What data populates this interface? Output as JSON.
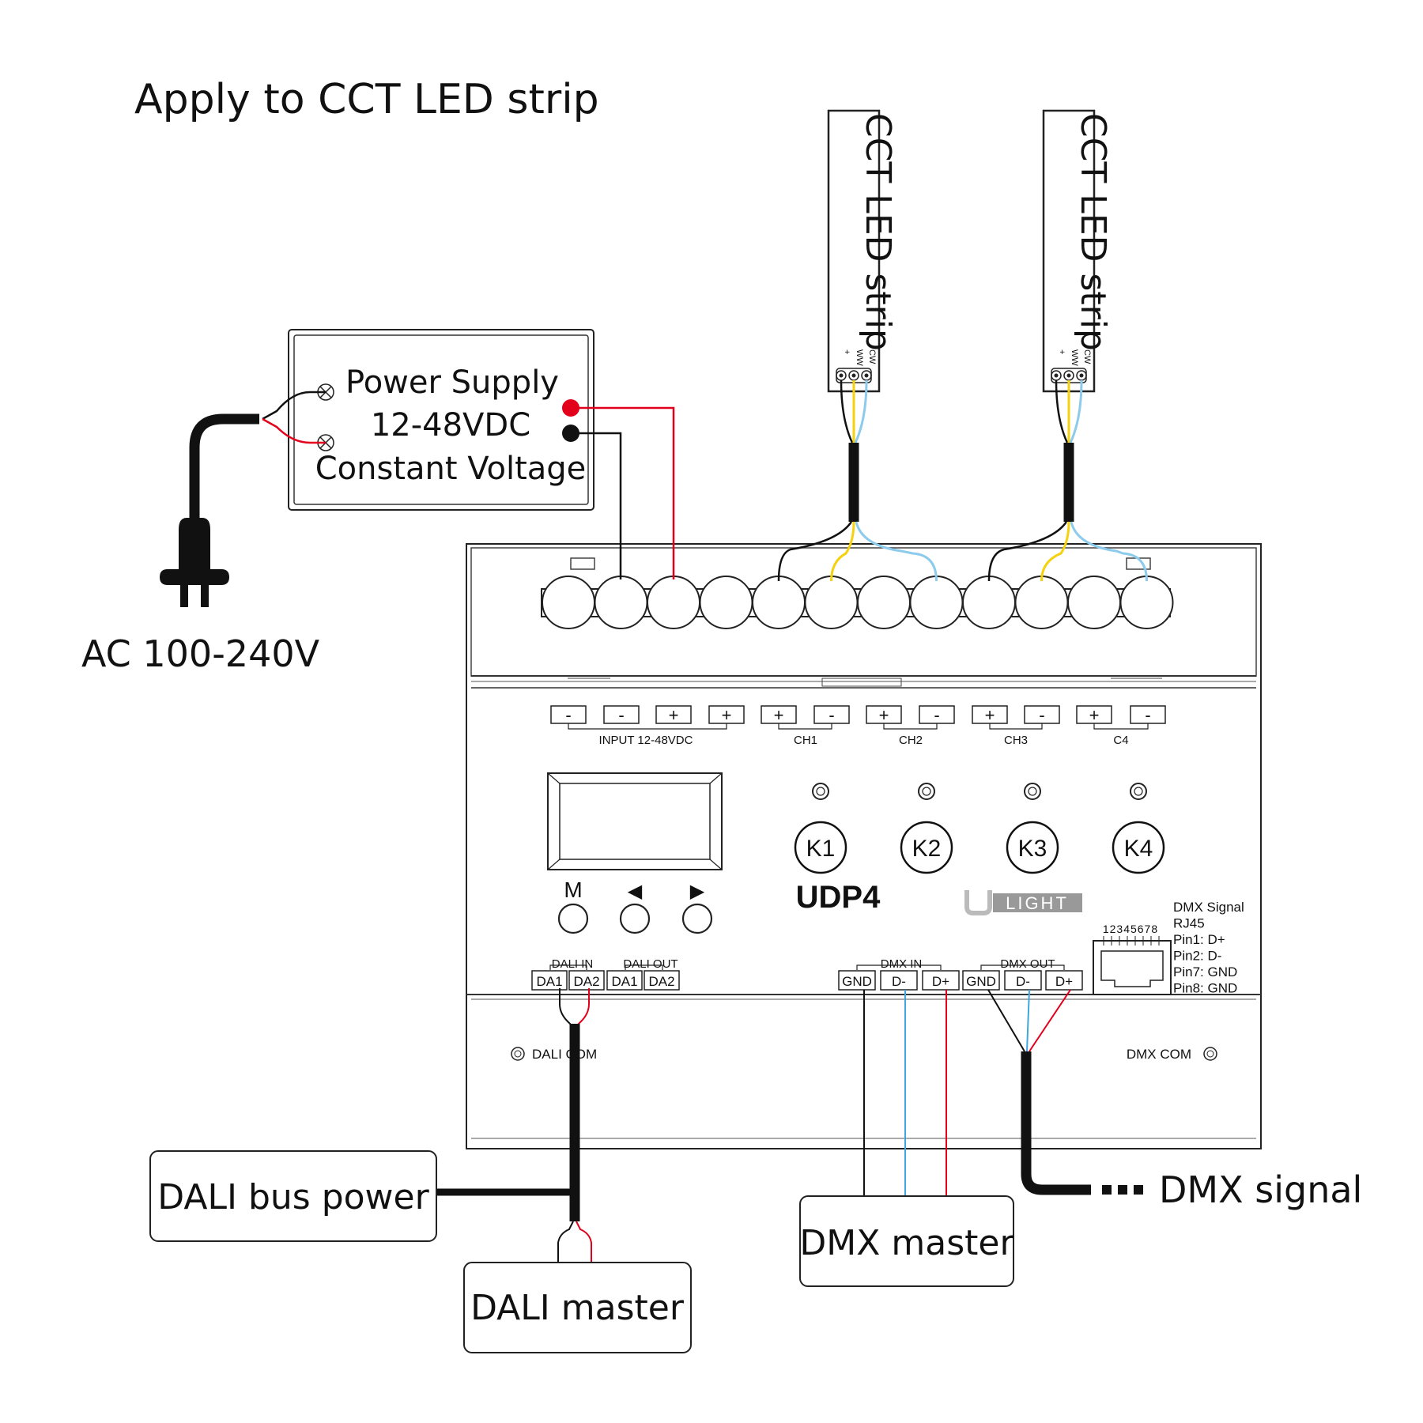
{
  "title": "Apply to CCT LED strip",
  "ac_label": "AC 100-240V",
  "power_supply": {
    "line1": "Power Supply",
    "line2": "12-48VDC",
    "line3": "Constant Voltage"
  },
  "led_strip": {
    "label": "CCT LED strip",
    "pins": [
      "+",
      "WW",
      "CW"
    ]
  },
  "device": {
    "model": "UDP4",
    "brand": "LIGHT",
    "input_label": "INPUT 12-48VDC",
    "input_terminals": [
      "-",
      "-",
      "+",
      "+"
    ],
    "channels": [
      {
        "label": "CH1",
        "terminals": [
          "+",
          "-"
        ]
      },
      {
        "label": "CH2",
        "terminals": [
          "+",
          "-"
        ]
      },
      {
        "label": "CH3",
        "terminals": [
          "+",
          "-"
        ]
      },
      {
        "label": "C4",
        "terminals": [
          "+",
          "-"
        ]
      }
    ],
    "keys": [
      "K1",
      "K2",
      "K3",
      "K4"
    ],
    "menu_labels": [
      "M",
      "◀",
      "▶"
    ],
    "dali_in": "DALI IN",
    "dali_out": "DALI OUT",
    "dali_terms": [
      "DA1",
      "DA2",
      "DA1",
      "DA2"
    ],
    "dmx_in": "DMX IN",
    "dmx_out": "DMX OUT",
    "dmx_terms": [
      "GND",
      "D-",
      "D+",
      "GND",
      "D-",
      "D+"
    ],
    "rj45_pins": "12345678",
    "rj45_info": [
      "DMX Signal",
      "RJ45",
      "Pin1: D+",
      "Pin2: D-",
      "Pin7: GND",
      "Pin8: GND"
    ],
    "dali_com": "DALI COM",
    "dmx_com": "DMX COM"
  },
  "dali_bus_power": "DALI bus power",
  "dali_master": "DALI master",
  "dmx_master": "DMX master",
  "dmx_signal": "DMX signal",
  "colors": {
    "red": "#e3001b",
    "yellow": "#f5d20f",
    "blue": "#8ccbec",
    "black": "#111111"
  }
}
